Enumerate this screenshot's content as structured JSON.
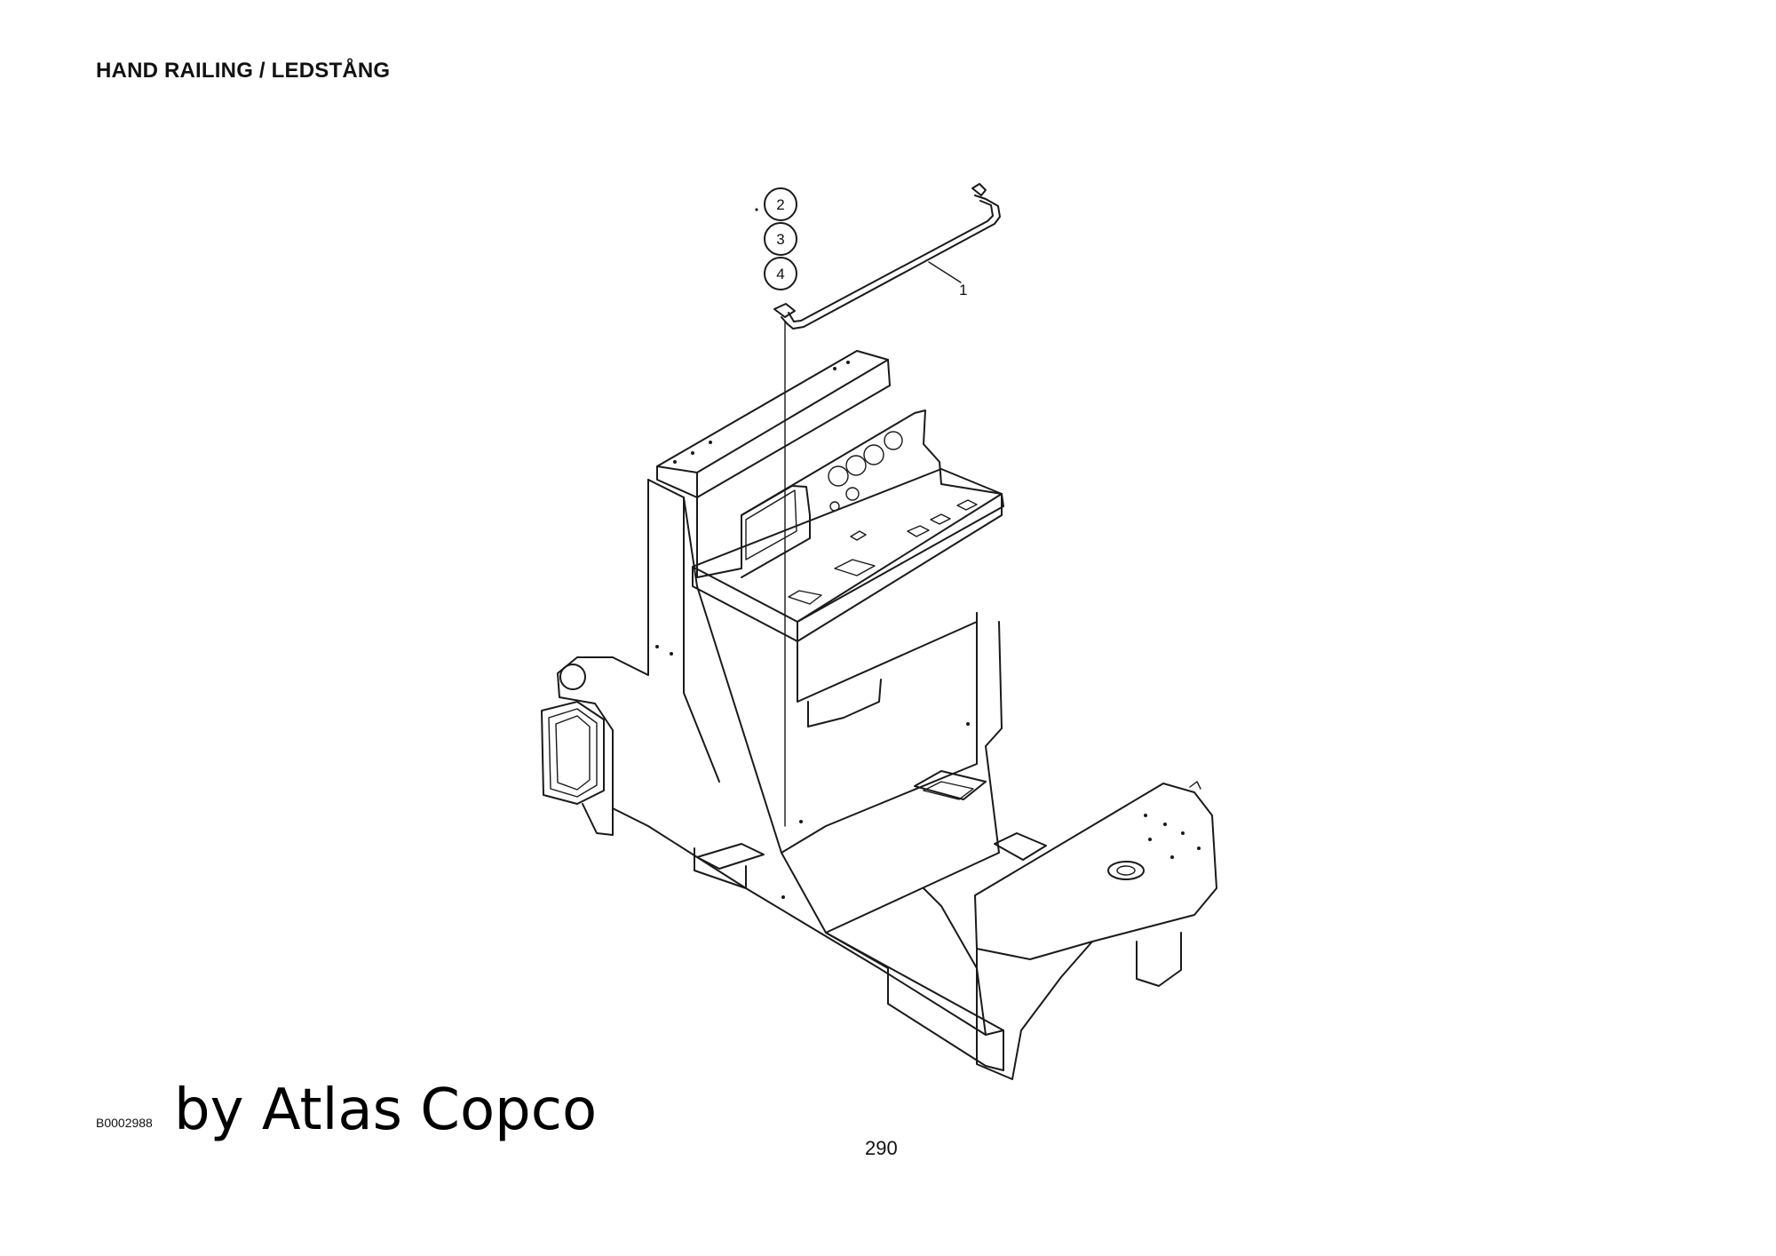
{
  "header": {
    "title": "HAND RAILING / LEDSTÅNG"
  },
  "diagram": {
    "callouts": [
      "2",
      "3",
      "4"
    ],
    "part_label": "1"
  },
  "footer": {
    "drawing_number": "B0002988",
    "watermark": "by Atlas Copco",
    "page_number": "290"
  }
}
